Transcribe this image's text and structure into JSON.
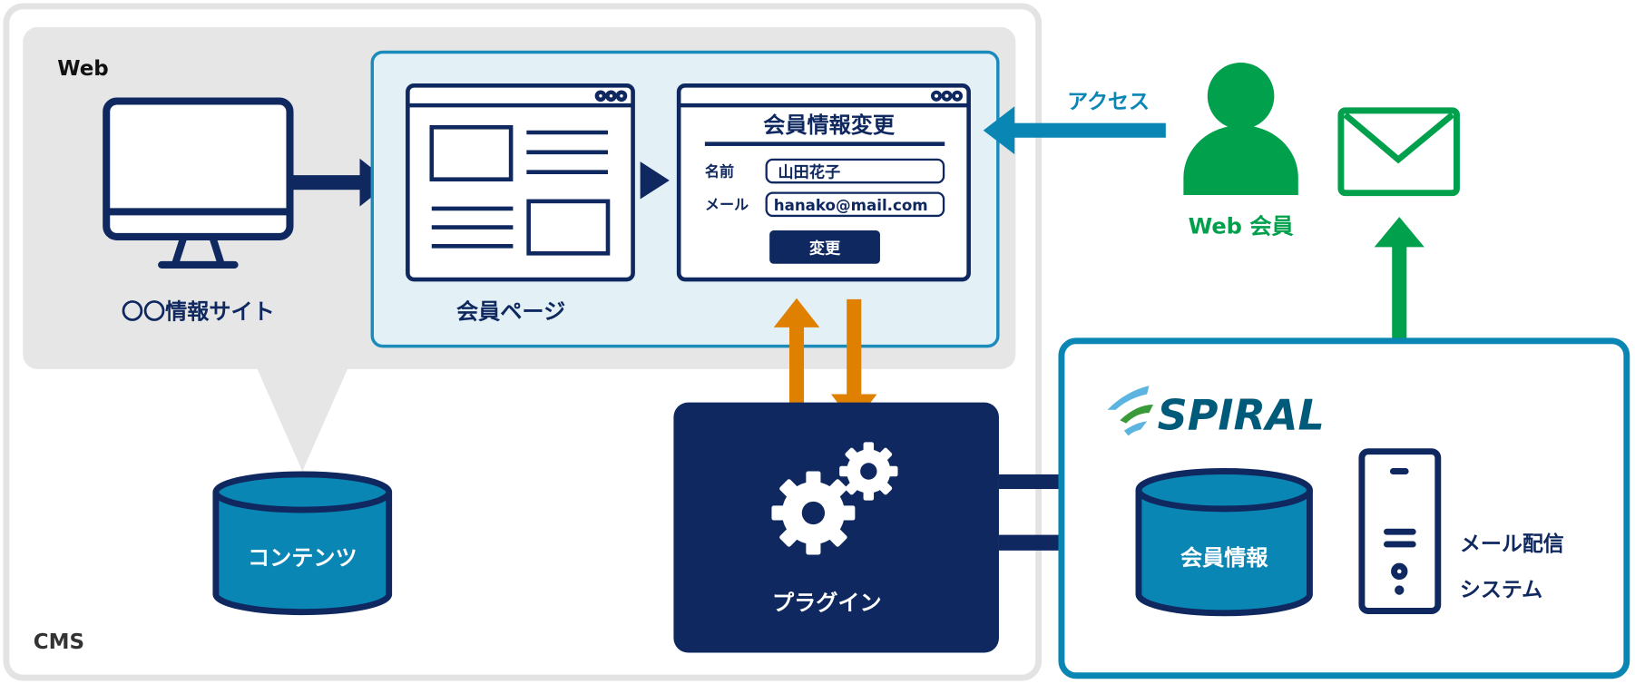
{
  "colors": {
    "navy": "#0f2860",
    "blue": "#0a86b5",
    "green": "#00a04c",
    "orange": "#e08000",
    "gray": "#e6e6e6",
    "light_blue": "#e3f1f7"
  },
  "cms": {
    "label": "CMS"
  },
  "web": {
    "label": "Web",
    "site_label": "〇〇情報サイト",
    "member_page_label": "会員ページ"
  },
  "form": {
    "title": "会員情報変更",
    "name_label": "名前",
    "name_value": "山田花子",
    "mail_label": "メール",
    "mail_value": "hanako@mail.com",
    "submit_label": "変更"
  },
  "access_label": "アクセス",
  "member": {
    "label": "Web 会員"
  },
  "plugin": {
    "label": "プラグイン"
  },
  "contents_db": {
    "label": "コンテンツ"
  },
  "spiral": {
    "logo": "SPIRAL",
    "member_db_label": "会員情報",
    "mail_system_line1": "メール配信",
    "mail_system_line2": "システム"
  }
}
